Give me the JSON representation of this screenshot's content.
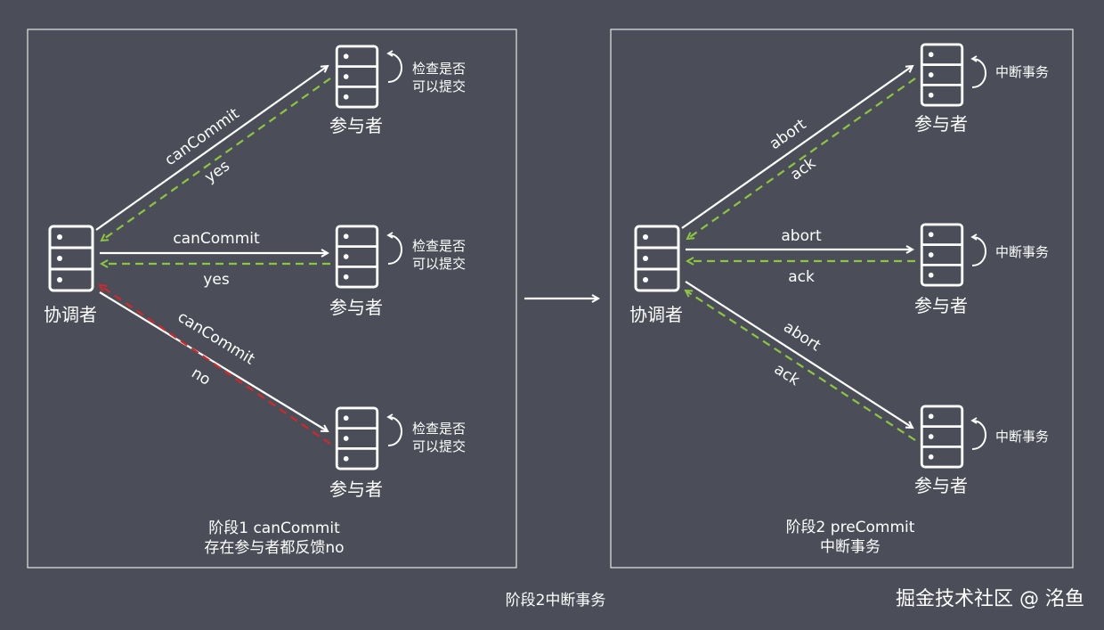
{
  "left_panel": {
    "coordinator_label": "协调者",
    "participants": [
      {
        "label": "参与者",
        "note_line1": "检查是否",
        "note_line2": "可以提交"
      },
      {
        "label": "参与者",
        "note_line1": "检查是否",
        "note_line2": "可以提交"
      },
      {
        "label": "参与者",
        "note_line1": "检查是否",
        "note_line2": "可以提交"
      }
    ],
    "messages": {
      "top_request": "canCommit",
      "top_reply": "yes",
      "mid_request": "canCommit",
      "mid_reply": "yes",
      "bot_request": "canCommit",
      "bot_reply": "no"
    },
    "caption_line1": "阶段1 canCommit",
    "caption_line2": "存在参与者都反馈no"
  },
  "right_panel": {
    "coordinator_label": "协调者",
    "participants": [
      {
        "label": "参与者",
        "note": "中断事务"
      },
      {
        "label": "参与者",
        "note": "中断事务"
      },
      {
        "label": "参与者",
        "note": "中断事务"
      }
    ],
    "messages": {
      "top_request": "abort",
      "top_reply": "ack",
      "mid_request": "abort",
      "mid_reply": "ack",
      "bot_request": "abort",
      "bot_reply": "ack"
    },
    "caption_line1": "阶段2 preCommit",
    "caption_line2": "中断事务"
  },
  "footer_caption": "阶段2中断事务",
  "watermark": "掘金技术社区 @ 洺鱼",
  "colors": {
    "background": "#4b4e58",
    "request_arrow": "#ffffff",
    "yes_ack_arrow": "#8cc63f",
    "no_arrow": "#d4272a"
  },
  "icons": {
    "node": "server-icon",
    "self_check": "loop-arrow-icon",
    "transition": "right-arrow-icon"
  }
}
